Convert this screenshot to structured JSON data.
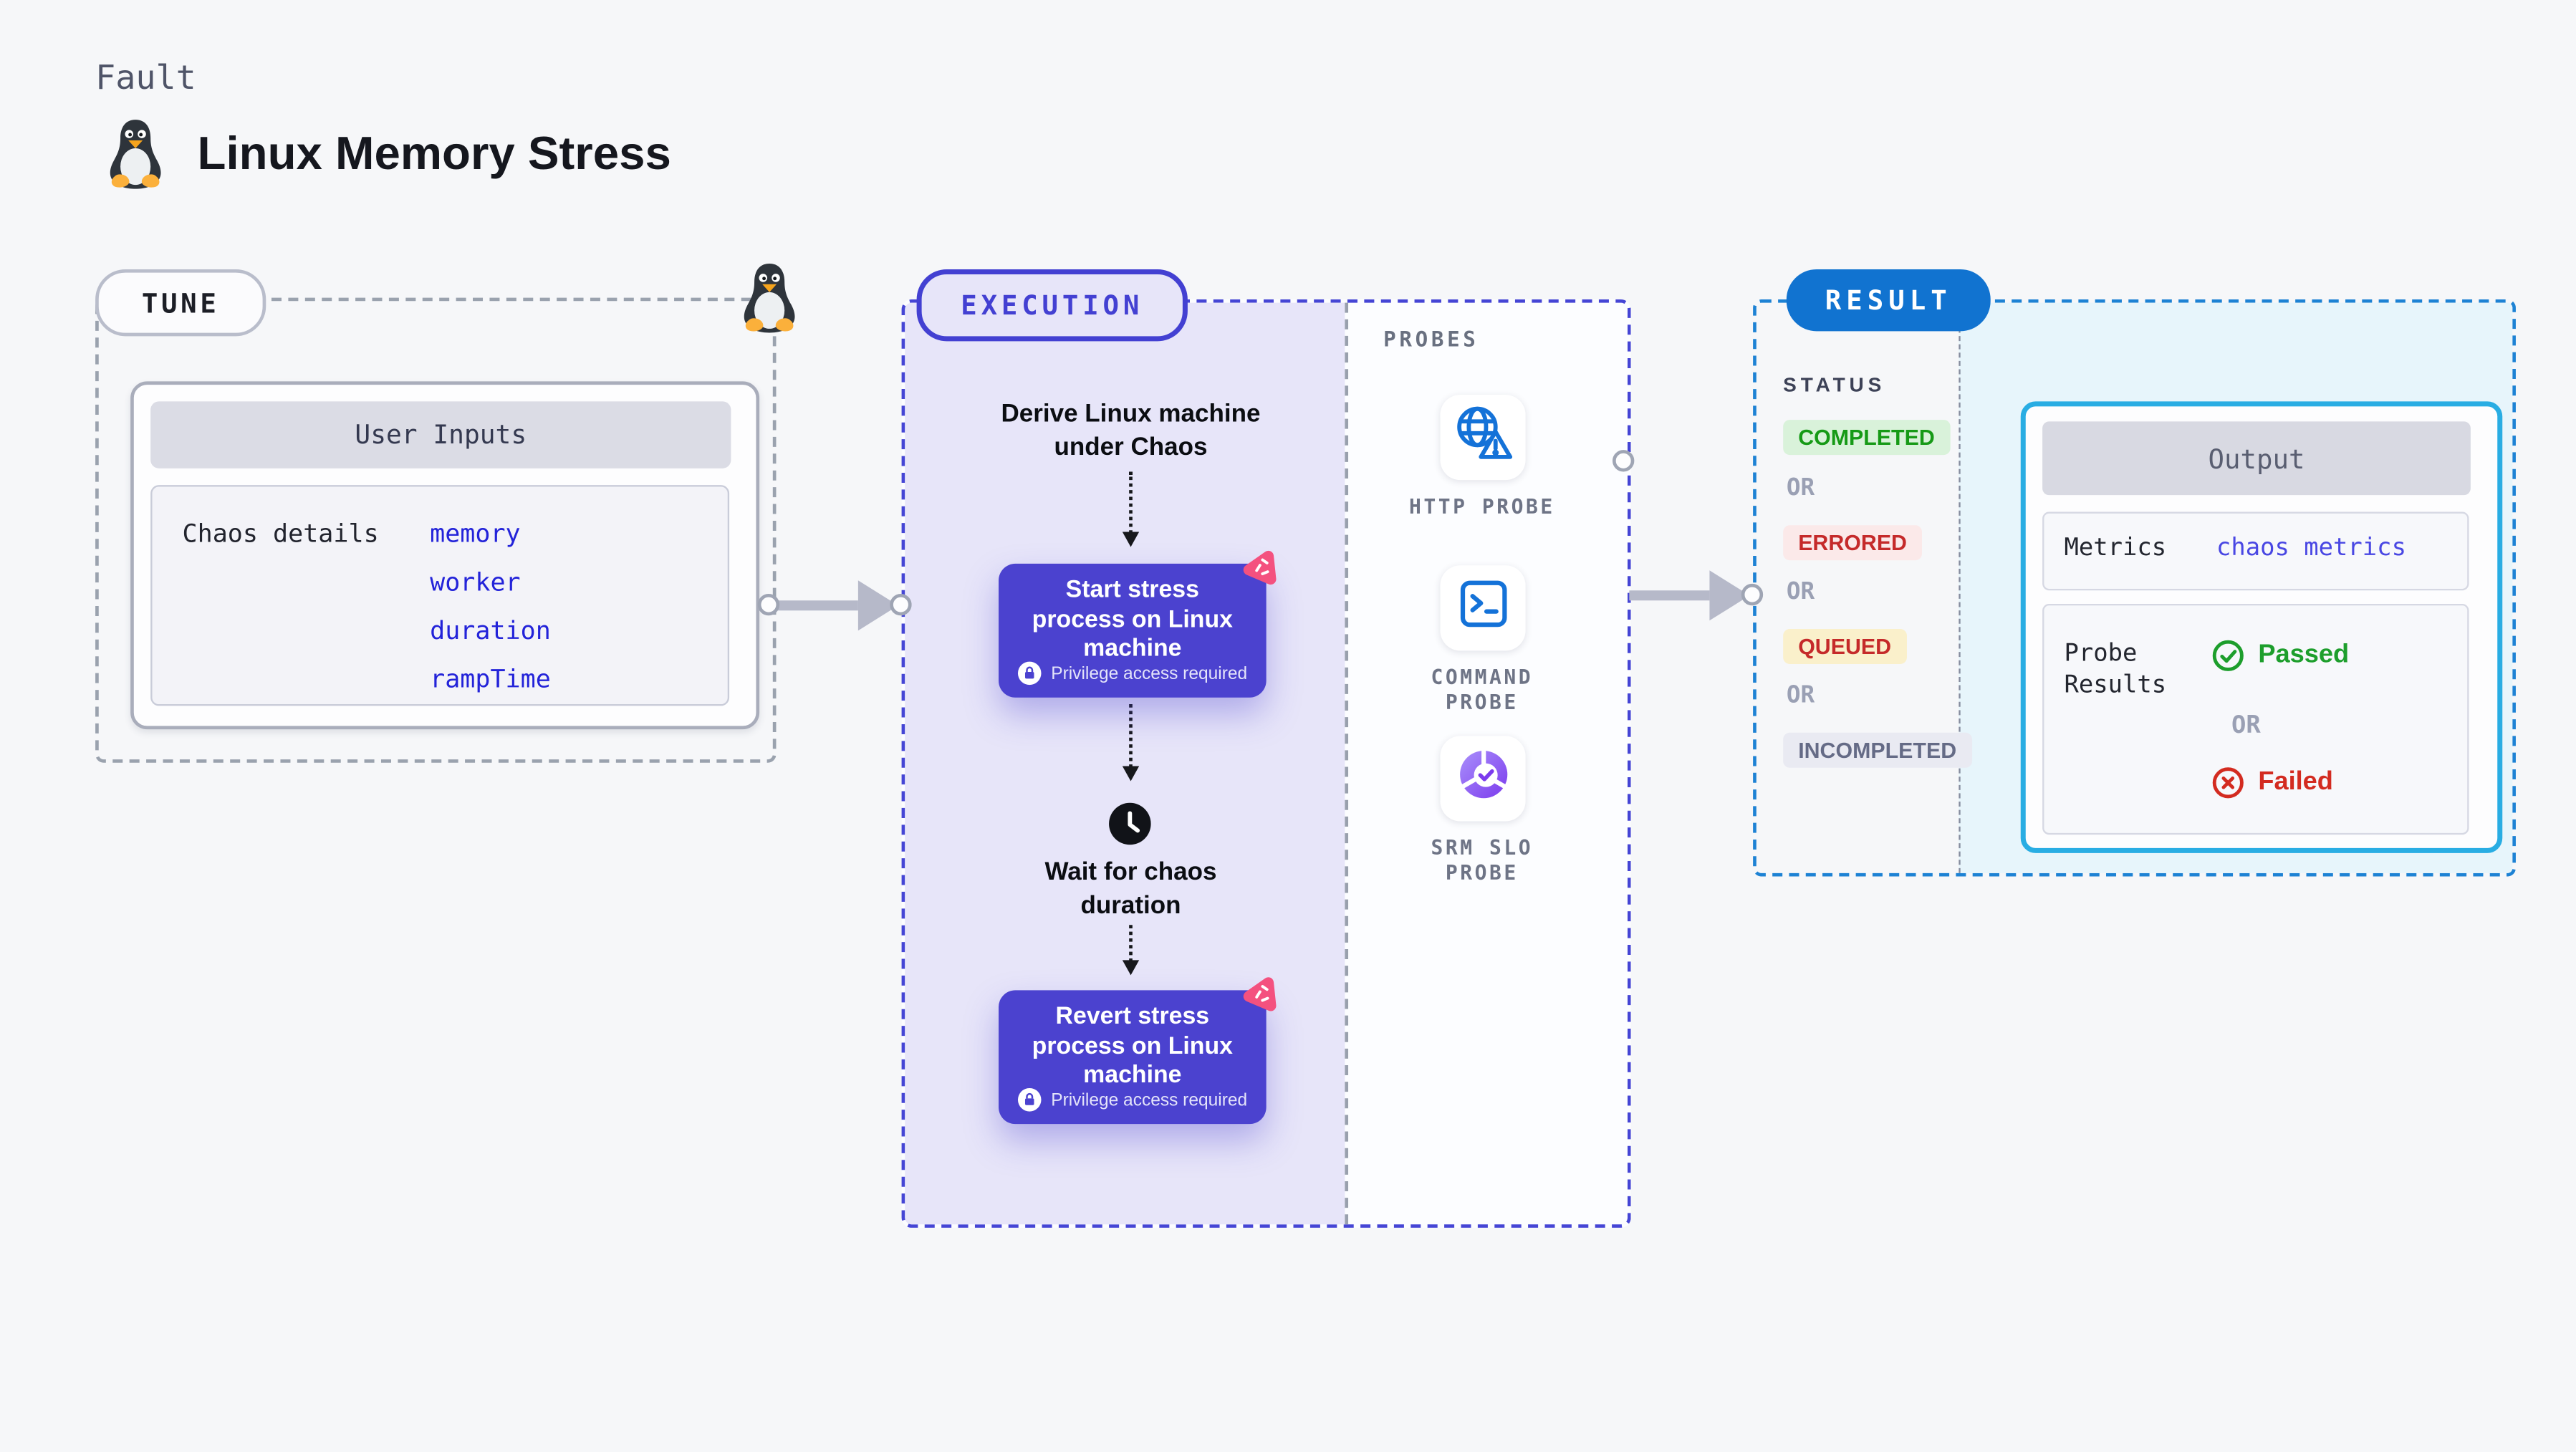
{
  "header": {
    "kicker": "Fault",
    "title": "Linux Memory Stress"
  },
  "tune": {
    "tag_label": "TUNE",
    "user_inputs": {
      "header": "User Inputs",
      "row_label": "Chaos details",
      "values": [
        "memory",
        "worker",
        "duration",
        "rampTime"
      ]
    }
  },
  "execution": {
    "tag_label": "EXECUTION",
    "derive_step": "Derive Linux machine under Chaos",
    "start_node": {
      "title": "Start stress process on Linux machine",
      "badge": "Privilege access required"
    },
    "wait_step": "Wait for chaos duration",
    "revert_node": {
      "title": "Revert stress process on Linux machine",
      "badge": "Privilege access required"
    }
  },
  "probes": {
    "section_label": "PROBES",
    "items": [
      {
        "label": "HTTP PROBE",
        "icon": "globe-alert-icon"
      },
      {
        "label": "COMMAND PROBE",
        "icon": "terminal-icon"
      },
      {
        "label": "SRM SLO PROBE",
        "icon": "slo-donut-icon"
      }
    ]
  },
  "result": {
    "tag_label": "RESULT",
    "status_header": "STATUS",
    "or_label": "OR",
    "statuses": [
      {
        "label": "COMPLETED",
        "bg": "#d9f2da",
        "fg": "#169a16"
      },
      {
        "label": "ERRORED",
        "bg": "#fbe9e9",
        "fg": "#c52a2a"
      },
      {
        "label": "QUEUED",
        "bg": "#faf0cb",
        "fg": "#c52a2a"
      },
      {
        "label": "INCOMPLETED",
        "bg": "#e9eaf2",
        "fg": "#656b86"
      }
    ],
    "output": {
      "header": "Output",
      "metrics_label": "Metrics",
      "metrics_value": "chaos metrics",
      "probe_results_label": "Probe Results",
      "passed_label": "Passed",
      "or_label": "OR",
      "failed_label": "Failed"
    }
  },
  "colors": {
    "page_bg": "#f6f7f9",
    "node_purple": "#4b42cf",
    "execution_border": "#4545d5",
    "execution_fill": "#e7e5f9",
    "result_pill_bg": "#1173d0",
    "result_border": "#1d82d4",
    "result_fill": "#e7f5fb",
    "output_border": "#29ade3",
    "value_blue": "#2323d9",
    "metrics_blue": "#4947e3",
    "probe_icon_blue": "#1472d8",
    "chaos_pink": "#f4517f",
    "passed_green": "#1d9e2c",
    "failed_red": "#d32b20",
    "arrow_gray": "#b6b9c9"
  }
}
